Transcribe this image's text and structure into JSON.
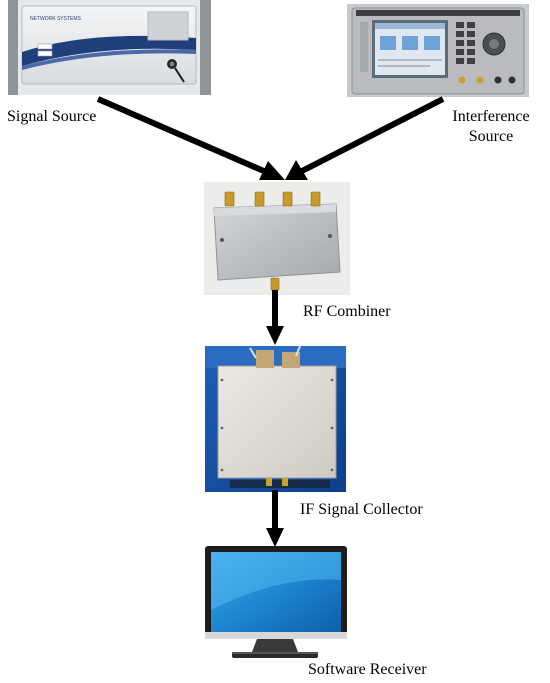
{
  "labels": {
    "signal_source": "Signal Source",
    "interference_source_line1": "Interference",
    "interference_source_line2": "Source",
    "rf_combiner": "RF Combiner",
    "if_signal_collector": "IF Signal Collector",
    "software_receiver": "Software Receiver"
  },
  "devices": {
    "signal_source_brand": "NETWORK SYSTEMS"
  }
}
